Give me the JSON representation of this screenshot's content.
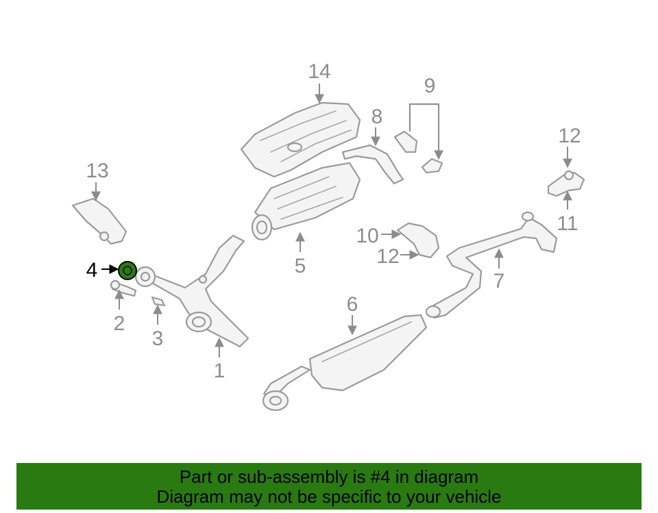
{
  "diagram": {
    "callouts": [
      {
        "id": "1",
        "label": "1"
      },
      {
        "id": "2",
        "label": "2"
      },
      {
        "id": "3",
        "label": "3"
      },
      {
        "id": "4",
        "label": "4"
      },
      {
        "id": "5",
        "label": "5"
      },
      {
        "id": "6",
        "label": "6"
      },
      {
        "id": "7",
        "label": "7"
      },
      {
        "id": "8",
        "label": "8"
      },
      {
        "id": "9",
        "label": "9"
      },
      {
        "id": "10",
        "label": "10"
      },
      {
        "id": "11",
        "label": "11"
      },
      {
        "id": "12a",
        "label": "12"
      },
      {
        "id": "12b",
        "label": "12"
      },
      {
        "id": "13",
        "label": "13"
      },
      {
        "id": "14",
        "label": "14"
      }
    ],
    "highlighted_part": "4",
    "highlight_color": "#2a7a12"
  },
  "banner": {
    "line1": "Part or sub-assembly is #4 in diagram",
    "line2": "Diagram may not be specific to your vehicle",
    "background": "#2a7a12"
  }
}
